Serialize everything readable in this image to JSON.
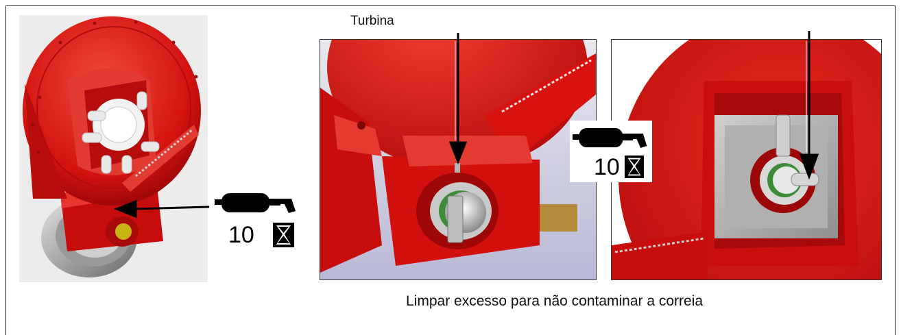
{
  "labels": {
    "turbina": "Turbina",
    "footer_note": "Limpar excesso para não contaminar a correia"
  },
  "lubrication": {
    "left_interval": "10",
    "right_interval": "10",
    "icon": "grease-gun-icon",
    "interval_icon": "hourglass-icon"
  },
  "colors": {
    "machine_red": "#d40f12",
    "dark_red": "#8e0506",
    "bearing_gray": "#b8b8b8",
    "arrow_black": "#000000"
  }
}
